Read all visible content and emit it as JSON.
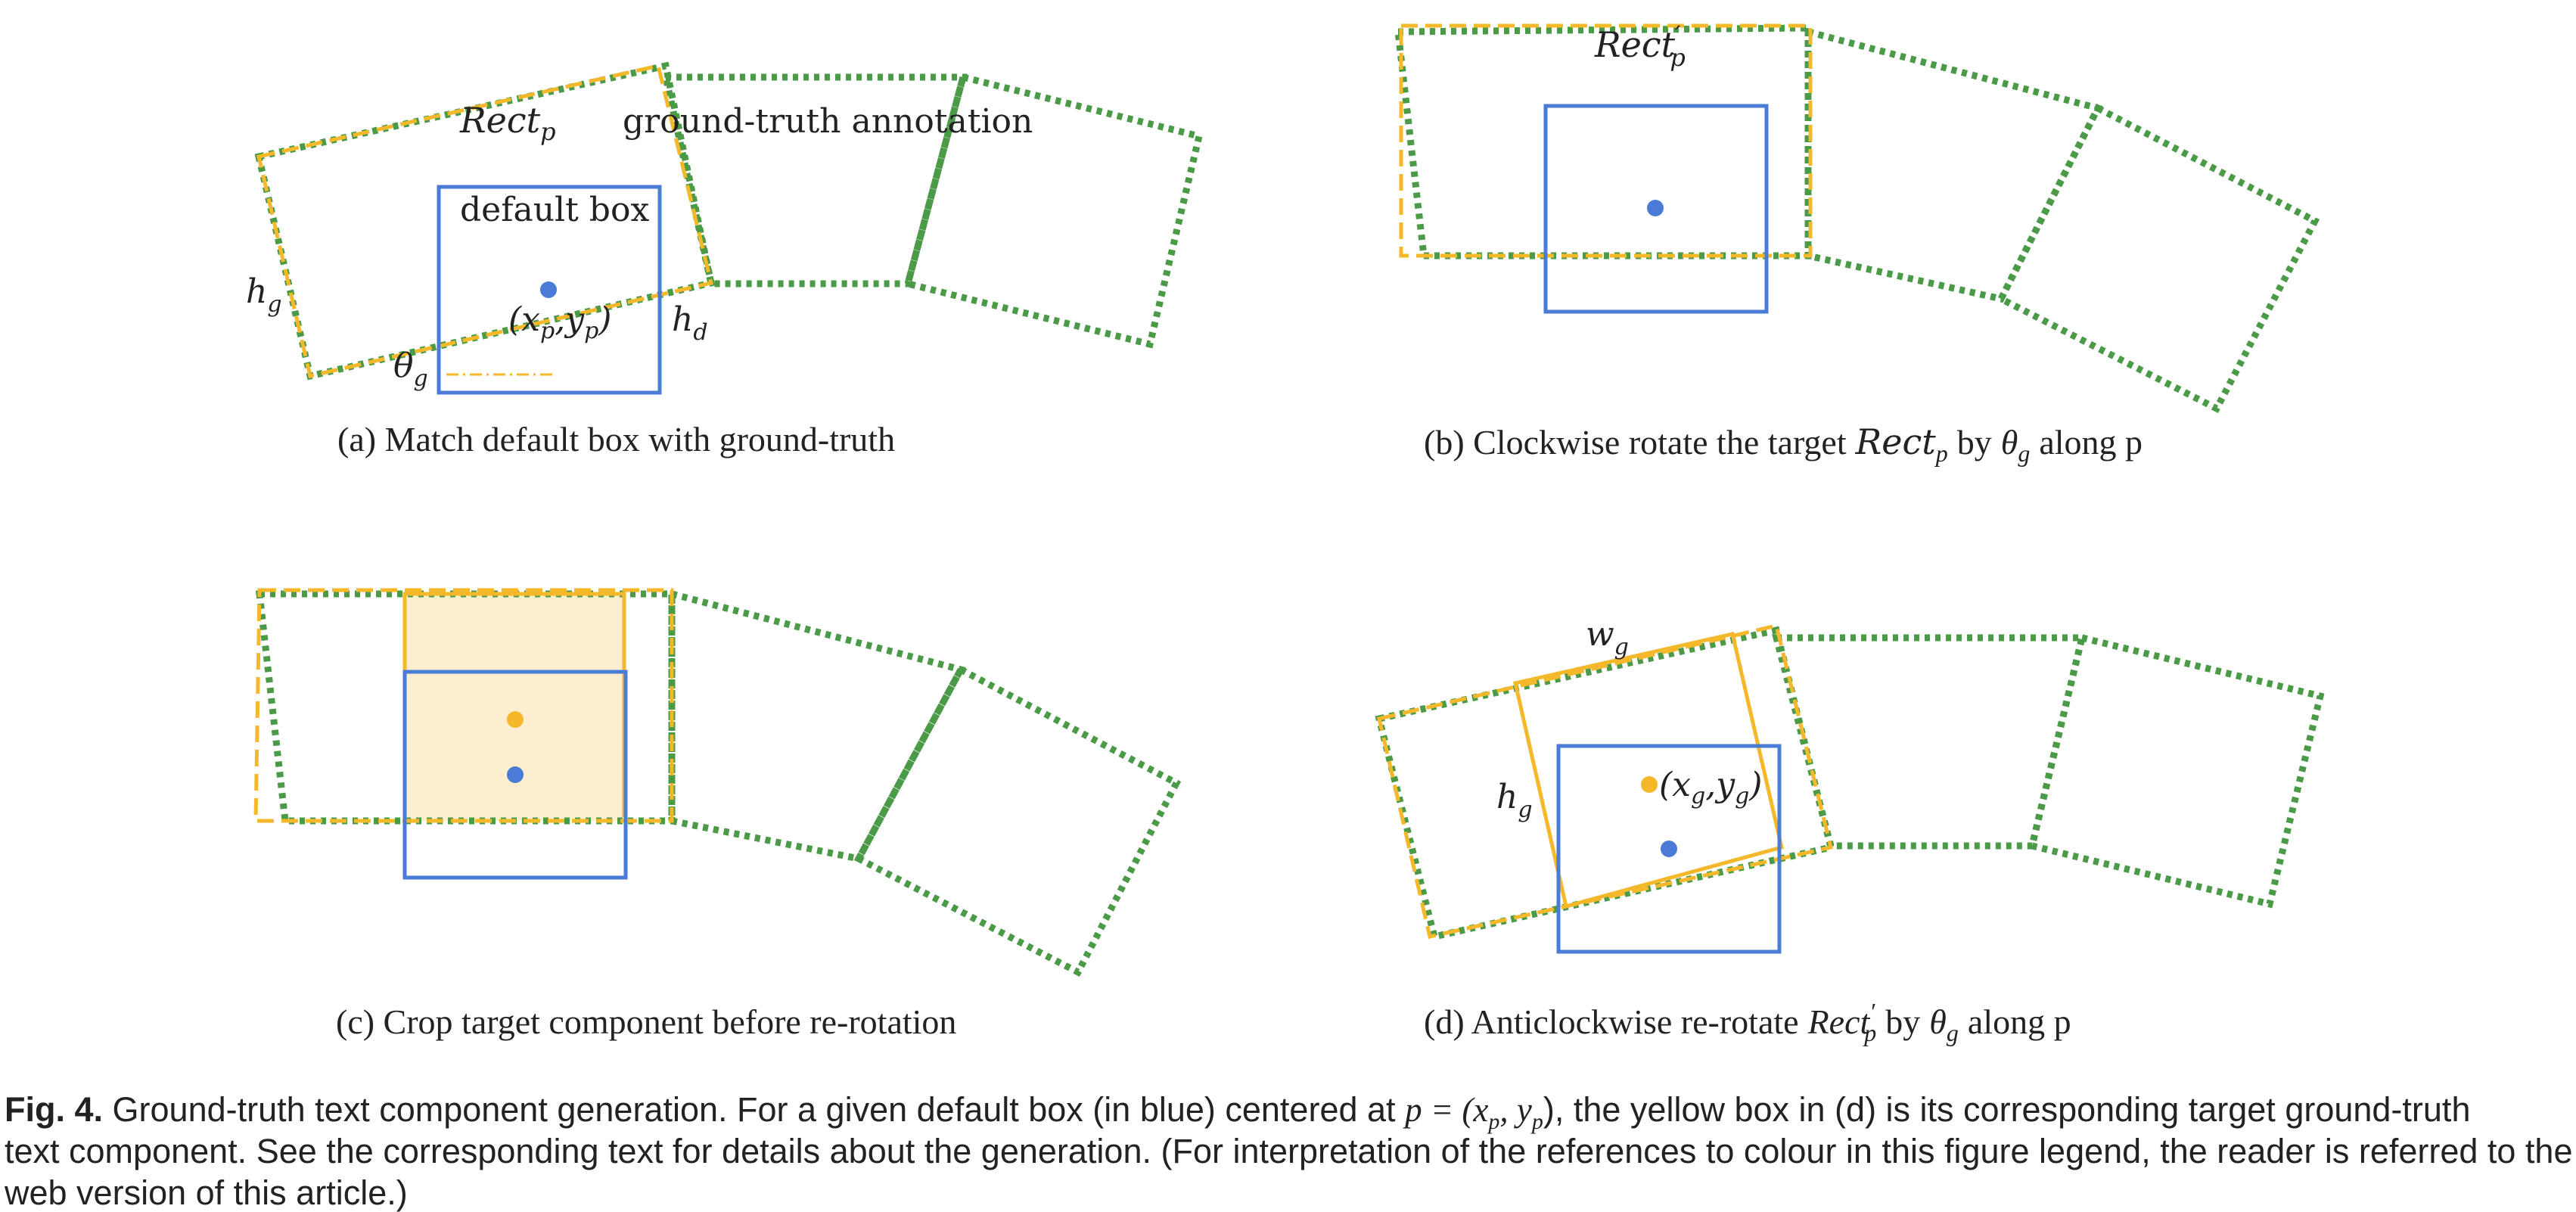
{
  "colors": {
    "green": "#4b9a48",
    "yellow": "#f5b82a",
    "blue": "#4a7bd6",
    "fill": "#fdeed0"
  },
  "labels": {
    "rect_p": "Rect",
    "sub_p": "p",
    "ground_truth": "ground-truth annotation",
    "default_box": "default box",
    "h": "h",
    "sub_g": "g",
    "sub_d": "d",
    "theta": "θ",
    "x": "x",
    "y": "y",
    "w": "w",
    "prime": "′"
  },
  "subcaptions": {
    "a": "(a) Match default box with ground-truth",
    "b_pre": "(b) Clockwise rotate the target",
    "b_mid": "by",
    "b_post": "along p",
    "c": "(c) Crop target component before re-rotation",
    "d_pre": "(d) Anticlockwise re-rotate",
    "d_mid": "by",
    "d_post": "along p"
  },
  "caption": {
    "fig_label": "Fig. 4.",
    "line1_pre": "Ground-truth text component generation. For a given default box (in blue) centered at",
    "p_eq": "p = (x",
    "line1_post": "), the yellow box in (d) is its corresponding target ground-truth",
    "line2": "text component. See the corresponding text for details about the generation. (For interpretation of the references to colour in this figure legend, the reader is referred to the",
    "line3": "web version of this article.)"
  }
}
